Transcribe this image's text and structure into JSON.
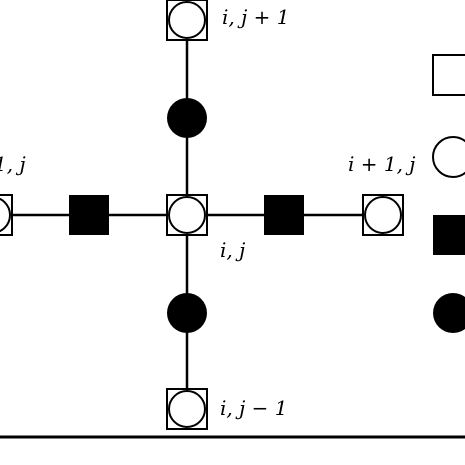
{
  "labels": {
    "top": "i, j + 1",
    "left": "1, j",
    "right": "i + 1, j",
    "center": "i, j",
    "bottom": "i, j − 1"
  },
  "colors": {
    "stroke": "#000000",
    "fill_dark": "#000000",
    "fill_light": "#ffffff",
    "background": "#ffffff"
  },
  "icons": {
    "node_composite": "square-with-circle-icon",
    "node_circle_open": "open-circle-icon",
    "node_square_filled": "filled-square-icon",
    "node_circle_filled": "filled-circle-icon"
  }
}
